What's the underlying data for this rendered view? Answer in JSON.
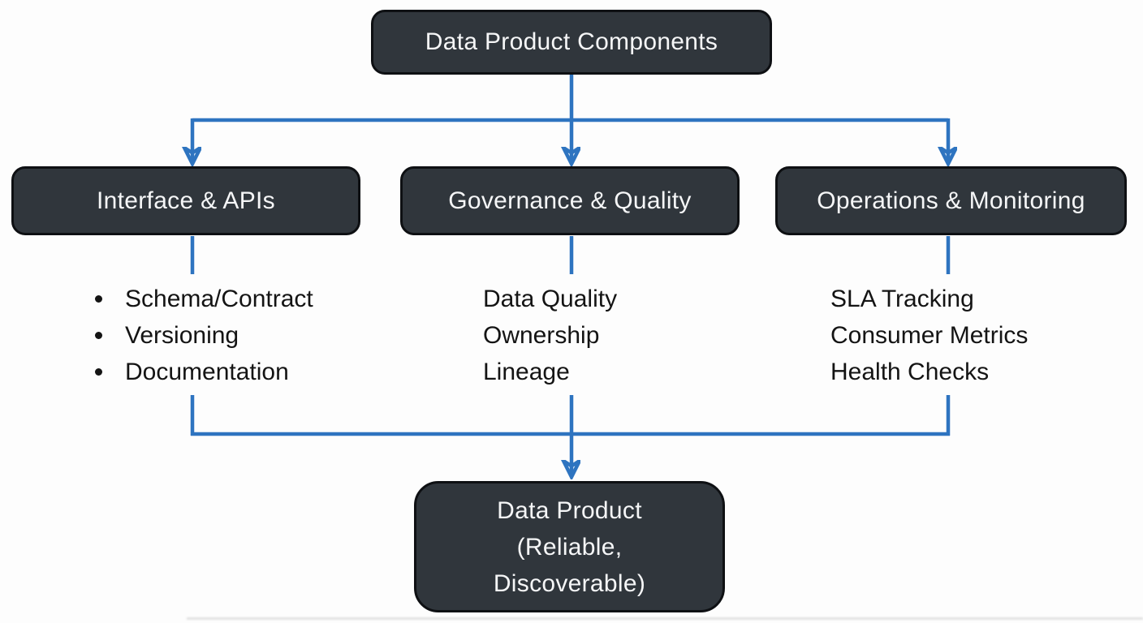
{
  "diagram": {
    "title": "Data Product Components flowchart",
    "nodes": {
      "root": {
        "label": "Data Product Components"
      },
      "interface": {
        "label": "Interface & APIs"
      },
      "governance": {
        "label": "Governance & Quality"
      },
      "operations": {
        "label": "Operations & Monitoring"
      },
      "product": {
        "lines": [
          "Data Product",
          "(Reliable,",
          "Discoverable)"
        ]
      }
    },
    "lists": {
      "interface": {
        "bulleted": true,
        "items": [
          "Schema/Contract",
          "Versioning",
          "Documentation"
        ]
      },
      "governance": {
        "bulleted": false,
        "items": [
          "Data Quality",
          "Ownership",
          "Lineage"
        ]
      },
      "operations": {
        "bulleted": false,
        "items": [
          "SLA Tracking",
          "Consumer Metrics",
          "Health Checks"
        ]
      }
    },
    "edges": [
      {
        "from": "root",
        "to": "interface"
      },
      {
        "from": "root",
        "to": "governance"
      },
      {
        "from": "root",
        "to": "operations"
      },
      {
        "from": "interface",
        "to": "product"
      },
      {
        "from": "governance",
        "to": "product"
      },
      {
        "from": "operations",
        "to": "product"
      }
    ],
    "colors": {
      "node_fill": "#30363c",
      "node_border": "#0e1013",
      "node_text": "#f5f6f7",
      "connector": "#2e74c0",
      "list_text": "#141414",
      "background": "#fdfdfd"
    }
  }
}
